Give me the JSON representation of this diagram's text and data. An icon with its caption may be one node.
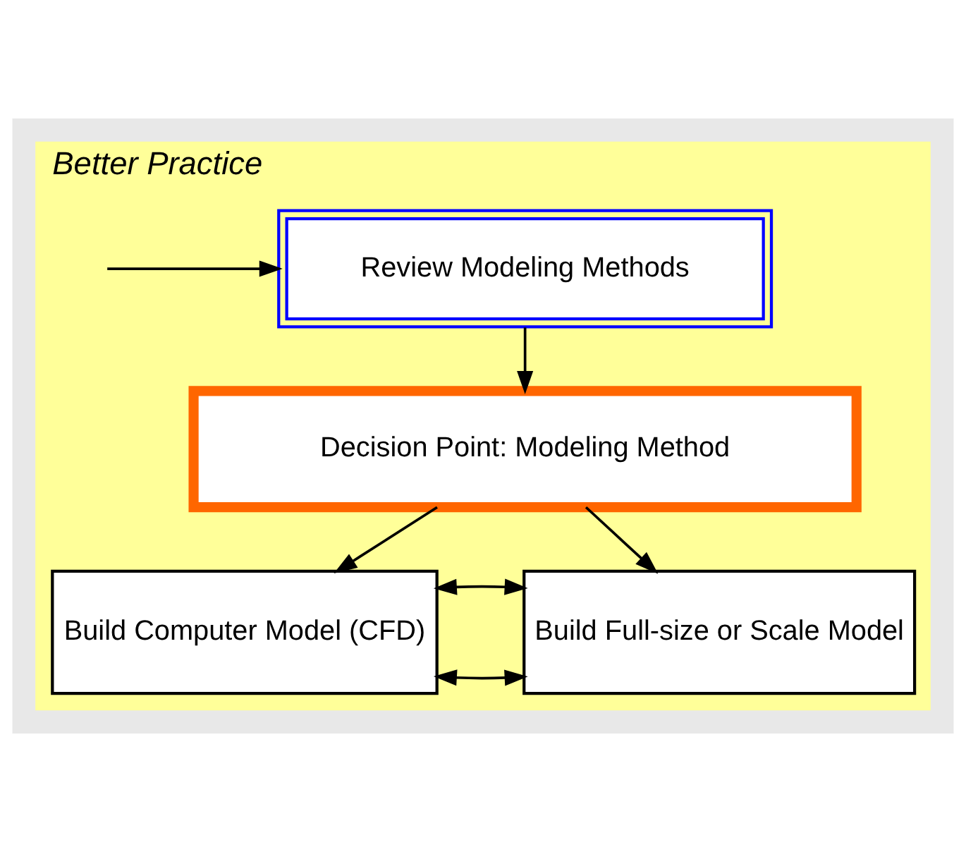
{
  "diagram": {
    "nodes": [
      {
        "text": [
          "Better Practice"
        ]
      },
      {
        "text": [
          "Review Modeling Methods"
        ],
        "in": 0
      },
      {
        "text": [
          "Decision Point: Modeling Method"
        ],
        "in": 0
      },
      {
        "text": [
          "Build Computer Model (CFD)"
        ],
        "in": 0
      },
      {
        "text": [
          "Build Full-size or Scale Model"
        ],
        "in": 0
      }
    ],
    "edges": [
      {
        "from": null,
        "to": 1,
        "arrow": "to"
      },
      {
        "from": 1,
        "to": 2,
        "arrow": "to"
      },
      {
        "from": 2,
        "to": 3,
        "arrow": "to"
      },
      {
        "from": 2,
        "to": 4,
        "arrow": "to"
      },
      {
        "from": 3,
        "to": 4,
        "arrow": "both"
      },
      {
        "from": 3,
        "to": 4,
        "arrow": "both"
      }
    ]
  }
}
